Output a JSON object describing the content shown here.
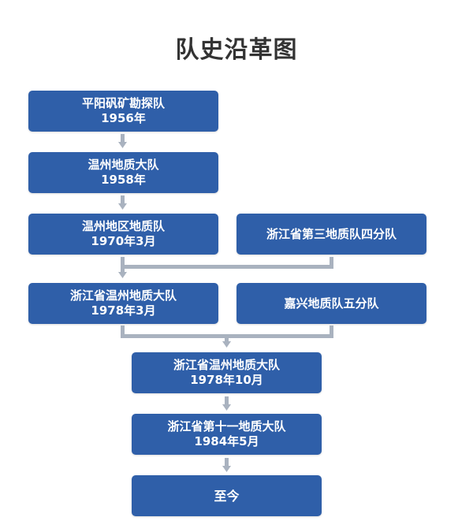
{
  "title": "队史沿革图",
  "nodes": [
    {
      "id": "n1",
      "name": "平阳矾矿勘探队",
      "date": "1956年"
    },
    {
      "id": "n2",
      "name": "温州地质大队",
      "date": "1958年"
    },
    {
      "id": "n3",
      "name": "温州地区地质队",
      "date": "1970年3月"
    },
    {
      "id": "n4",
      "name": "浙江省第三地质队四分队",
      "date": ""
    },
    {
      "id": "n5",
      "name": "浙江省温州地质大队",
      "date": "1978年3月"
    },
    {
      "id": "n6",
      "name": "嘉兴地质队五分队",
      "date": ""
    },
    {
      "id": "n7",
      "name": "浙江省温州地质大队",
      "date": "1978年10月"
    },
    {
      "id": "n8",
      "name": "浙江省第十一地质大队",
      "date": "1984年5月"
    },
    {
      "id": "n9",
      "name": "至今",
      "date": ""
    }
  ],
  "colors": {
    "node_fill": "#2f5fa9",
    "node_text": "#ffffff",
    "connector": "#a9b2bf",
    "title": "#333333"
  }
}
